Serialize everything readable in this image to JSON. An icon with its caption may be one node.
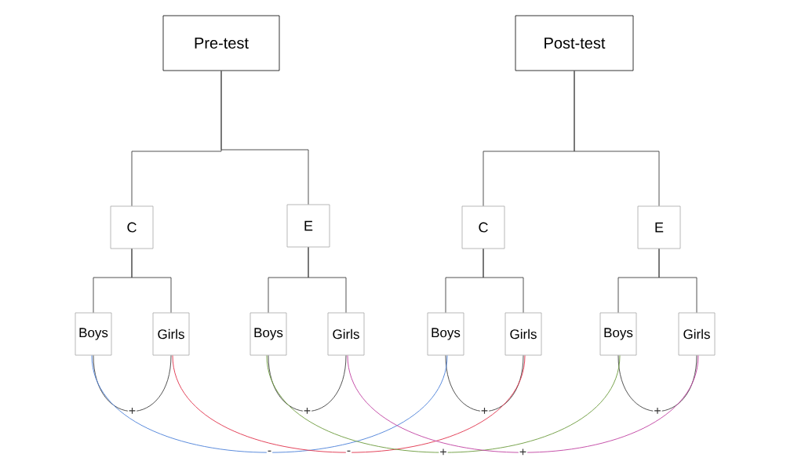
{
  "diagram": {
    "nodes": [
      {
        "text": [
          "Pre-test"
        ]
      },
      {
        "text": [
          "Post-test"
        ]
      },
      {
        "text": [
          "C"
        ]
      },
      {
        "text": [
          "E"
        ]
      },
      {
        "text": [
          "C"
        ]
      },
      {
        "text": [
          "E"
        ]
      },
      {
        "text": [
          "Boys"
        ]
      },
      {
        "text": [
          "Girls"
        ]
      },
      {
        "text": [
          "Boys"
        ]
      },
      {
        "text": [
          "Girls"
        ]
      },
      {
        "text": [
          "Boys"
        ]
      },
      {
        "text": [
          "Girls"
        ]
      },
      {
        "text": [
          "Boys"
        ]
      },
      {
        "text": [
          "Girls"
        ]
      }
    ],
    "edges": [
      {
        "from": 0,
        "to": 2,
        "arrow": "none"
      },
      {
        "from": 0,
        "to": 3,
        "arrow": "none"
      },
      {
        "from": 1,
        "to": 4,
        "arrow": "none"
      },
      {
        "from": 1,
        "to": 5,
        "arrow": "none"
      },
      {
        "from": 2,
        "to": 6,
        "arrow": "none"
      },
      {
        "from": 2,
        "to": 7,
        "arrow": "none"
      },
      {
        "from": 3,
        "to": 8,
        "arrow": "none"
      },
      {
        "from": 3,
        "to": 9,
        "arrow": "none"
      },
      {
        "from": 4,
        "to": 10,
        "arrow": "none"
      },
      {
        "from": 4,
        "to": 11,
        "arrow": "none"
      },
      {
        "from": 5,
        "to": 12,
        "arrow": "none"
      },
      {
        "from": 5,
        "to": 13,
        "arrow": "none"
      },
      {
        "from": 6,
        "to": 7,
        "arrow": "none",
        "label": "+"
      },
      {
        "from": 8,
        "to": 9,
        "arrow": "none",
        "label": "+"
      },
      {
        "from": 10,
        "to": 11,
        "arrow": "none",
        "label": "+"
      },
      {
        "from": 12,
        "to": 13,
        "arrow": "none",
        "label": "+"
      },
      {
        "from": 6,
        "to": 10,
        "arrow": "none",
        "label": "-",
        "color": "#4a7fd8"
      },
      {
        "from": 7,
        "to": 11,
        "arrow": "none",
        "label": "-",
        "color": "#e0304a"
      },
      {
        "from": 8,
        "to": 12,
        "arrow": "none",
        "label": "+",
        "color": "#6a9a3a"
      },
      {
        "from": 9,
        "to": 13,
        "arrow": "none",
        "label": "+",
        "color": "#c040a0"
      }
    ]
  }
}
